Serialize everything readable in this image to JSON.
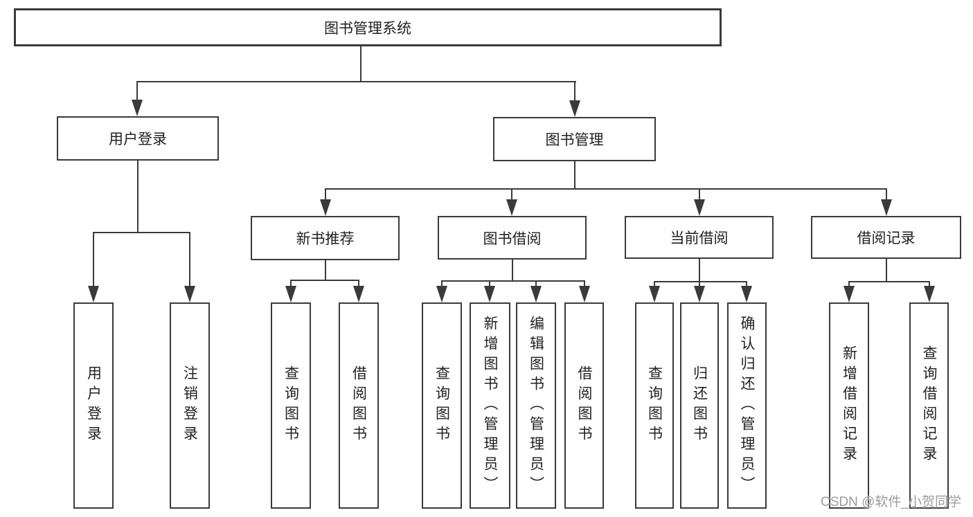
{
  "colors": {
    "line": "#3a3a3a",
    "text": "#212121",
    "background": "#ffffff",
    "watermark": "#9c9c9c"
  },
  "watermark": {
    "text": "CSDN @软件_小贺同学"
  },
  "tree": {
    "root": {
      "label": "图书管理系统"
    },
    "level2": [
      {
        "id": "user-login",
        "label": "用户登录"
      },
      {
        "id": "book-management",
        "label": "图书管理"
      }
    ],
    "level3": [
      {
        "id": "new-book-recommend",
        "label": "新书推荐",
        "parent": "图书管理"
      },
      {
        "id": "book-borrowing",
        "label": "图书借阅",
        "parent": "图书管理"
      },
      {
        "id": "current-borrowing",
        "label": "当前借阅",
        "parent": "图书管理"
      },
      {
        "id": "borrowing-records",
        "label": "借阅记录",
        "parent": "图书管理"
      }
    ],
    "leaves": [
      {
        "id": "user-login-leaf",
        "label": "用户登录",
        "parent": "用户登录"
      },
      {
        "id": "logout",
        "label": "注销登录",
        "parent": "用户登录"
      },
      {
        "id": "query-books-recommend",
        "label": "查询图书",
        "parent": "新书推荐"
      },
      {
        "id": "borrow-books-recommend",
        "label": "借阅图书",
        "parent": "新书推荐"
      },
      {
        "id": "query-books-borrowing",
        "label": "查询图书",
        "parent": "图书借阅"
      },
      {
        "id": "add-books-admin",
        "label": "新增图书（管理员）",
        "parent": "图书借阅"
      },
      {
        "id": "edit-books-admin",
        "label": "编辑图书（管理员）",
        "parent": "图书借阅"
      },
      {
        "id": "borrow-books-borrowing",
        "label": "借阅图书",
        "parent": "图书借阅"
      },
      {
        "id": "query-books-current",
        "label": "查询图书",
        "parent": "当前借阅"
      },
      {
        "id": "return-books",
        "label": "归还图书",
        "parent": "当前借阅"
      },
      {
        "id": "confirm-return-admin",
        "label": "确认归还（管理员）",
        "parent": "当前借阅"
      },
      {
        "id": "add-borrow-record",
        "label": "新增借阅记录",
        "parent": "借阅记录"
      },
      {
        "id": "query-borrow-record",
        "label": "查询借阅记录",
        "parent": "借阅记录"
      }
    ]
  }
}
